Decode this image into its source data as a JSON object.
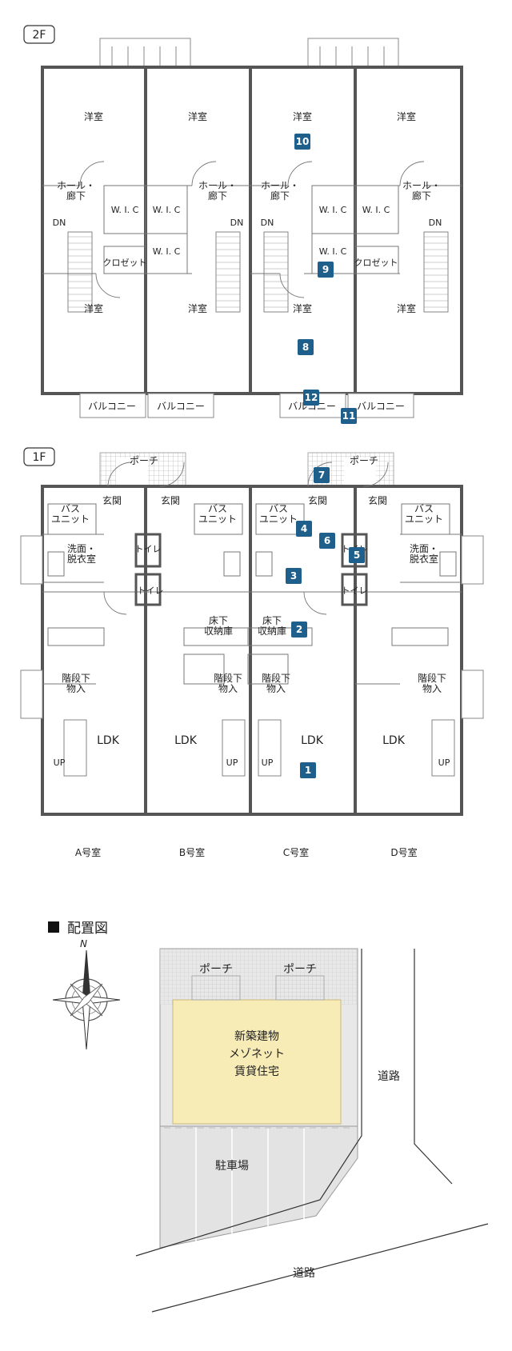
{
  "colors": {
    "wall": "#555555",
    "badge": "#1f5f8b",
    "building": "#f7ebb6",
    "lot": "#e3e3e3",
    "hatch": "#cfcfcf"
  },
  "floor2": {
    "tag": "2F",
    "rooms": {
      "youshitsu": "洋室",
      "hall": "ホール・\n廊下",
      "wic": "W. I. C",
      "closet": "クロゼット",
      "balcony": "バルコニー",
      "dn": "DN"
    }
  },
  "floor1": {
    "tag": "1F",
    "rooms": {
      "porch": "ポーチ",
      "genkan": "玄関",
      "bath": "バス\nユニット",
      "senmen": "洗面・\n脱衣室",
      "hall": "ホール・\n廊下",
      "toilet": "トイレ",
      "yukashita": "床下\n収納庫",
      "kaidanshita": "階段下\n物入",
      "ldk": "LDK",
      "up": "UP"
    },
    "units": [
      "A号室",
      "B号室",
      "C号室",
      "D号室"
    ]
  },
  "badges": [
    "1",
    "2",
    "3",
    "4",
    "5",
    "6",
    "7",
    "8",
    "9",
    "10",
    "11",
    "12"
  ],
  "siteplan": {
    "heading": "配置図",
    "north": "N",
    "building": [
      "新築建物",
      "メゾネット",
      "賃貸住宅"
    ],
    "porch": "ポーチ",
    "parking": "駐車場",
    "road_right": "道路",
    "road_bottom": "道路"
  }
}
